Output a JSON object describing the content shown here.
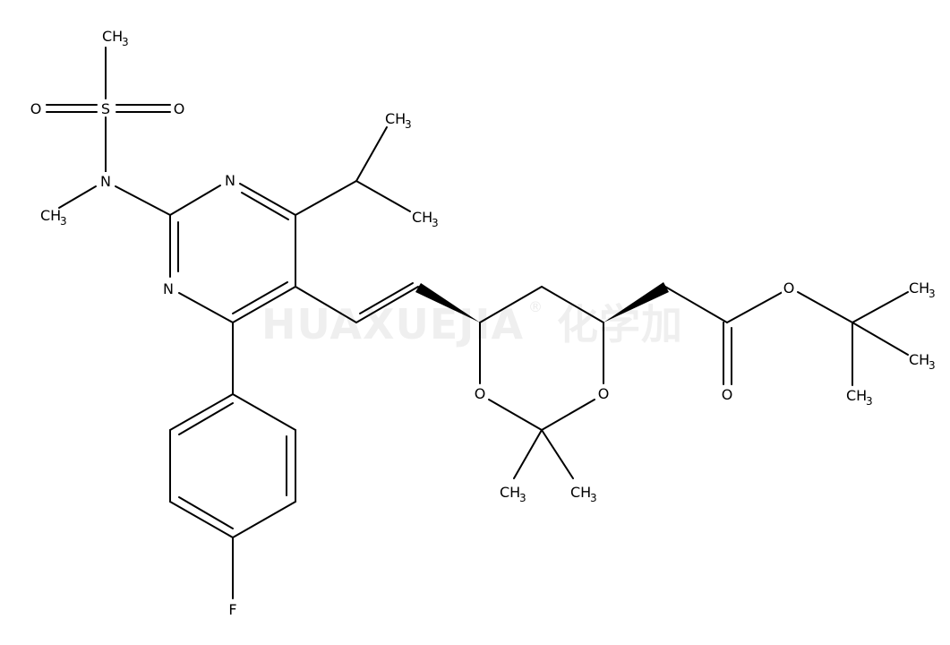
{
  "watermark": {
    "text": "HUAXUEJIA",
    "registered": "®",
    "cn": "化学加"
  },
  "atoms": {
    "s": "S",
    "o_sulfonyl_left": "O",
    "o_sulfonyl_right": "O",
    "n_sulfonamide": "N",
    "n_ring_top": "N",
    "n_ring_left": "N",
    "o_dioxane_left": "O",
    "o_dioxane_right": "O",
    "o_ester_single": "O",
    "o_ester_carbonyl": "O",
    "fluorine": "F"
  },
  "methyl_groups": {
    "label": "CH",
    "subscript": "3",
    "items": [
      "ms",
      "n_methyl",
      "ipr_top",
      "ipr_bottom",
      "acetal_left",
      "acetal_right",
      "tbu_top",
      "tbu_mid",
      "tbu_bottom"
    ]
  }
}
